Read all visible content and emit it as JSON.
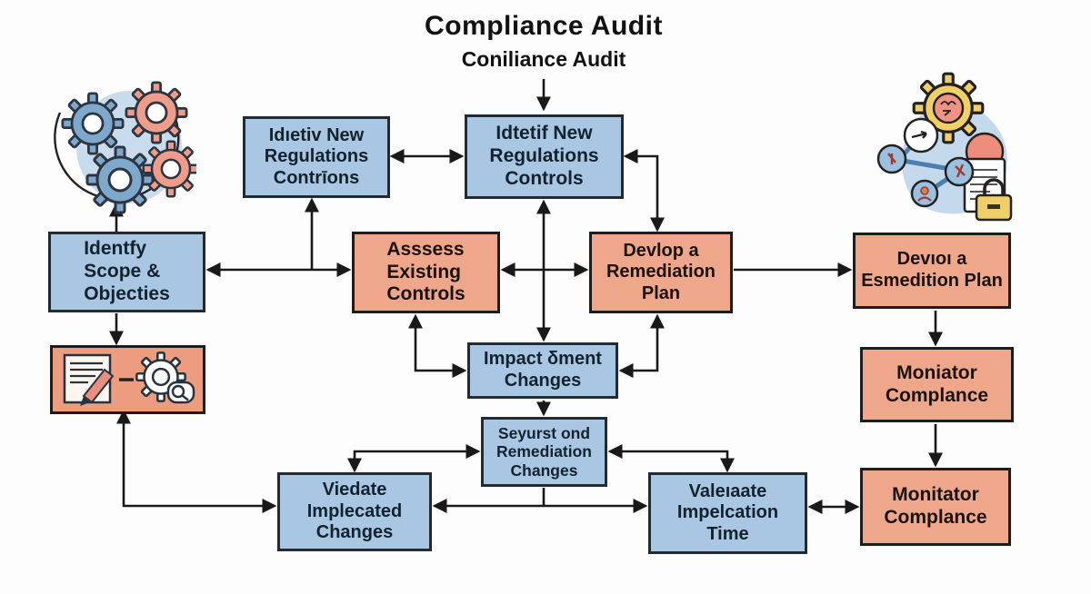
{
  "header": {
    "title": "Compliance Audit",
    "subtitle": "Coniliance Audit"
  },
  "nodes": {
    "identiv": {
      "label": "Idıetiv New\nRegulations\nContrīons",
      "color": "blue"
    },
    "idtetif": {
      "label": "Idtetif New\nRegulations\nControls",
      "color": "blue"
    },
    "identfy": {
      "label": "Identfy\nScope &\nObjecties",
      "color": "blue"
    },
    "assess": {
      "label": "Asssess\nExisting\nControls",
      "color": "salmon"
    },
    "devlop": {
      "label": "Devlop a\nRemediation\nPlan",
      "color": "salmon"
    },
    "devioi": {
      "label": "Devıoı a\nEsmedition Plan",
      "color": "salmon"
    },
    "impact": {
      "label": "Impact δment\nChanges",
      "color": "blue"
    },
    "review": {
      "label": "",
      "color": "salmon",
      "icons": [
        "document-pencil-icon",
        "gear-magnifier-icon"
      ]
    },
    "moniator": {
      "label": "Moniator\nComplance",
      "color": "salmon"
    },
    "seyurst": {
      "label": "Seyurst ond\nRemediation\nChanges",
      "color": "blue"
    },
    "viedate": {
      "label": "Viedate\nImplecated\nChanges",
      "color": "blue"
    },
    "valeiaate": {
      "label": "Valeıaate\nImpelcation\nTime",
      "color": "blue"
    },
    "monitator": {
      "label": "Monitator\nComplance",
      "color": "salmon"
    }
  },
  "edges": [
    {
      "from": "title",
      "to": "idtetif",
      "bidirectional": false
    },
    {
      "from": "identiv",
      "to": "idtetif",
      "bidirectional": true
    },
    {
      "from": "idtetif",
      "to": "devlop",
      "bidirectional": true
    },
    {
      "from": "idtetif",
      "to": "impact",
      "bidirectional": true
    },
    {
      "from": "identfy",
      "to": "assess",
      "bidirectional": true
    },
    {
      "from": "identfy-assess-line",
      "to": "identiv",
      "bidirectional": false
    },
    {
      "from": "assess",
      "to": "devlop",
      "bidirectional": true
    },
    {
      "from": "devlop",
      "to": "devioi",
      "bidirectional": false
    },
    {
      "from": "identfy",
      "to": "gears-illustration",
      "bidirectional": false
    },
    {
      "from": "identfy",
      "to": "review",
      "bidirectional": false
    },
    {
      "from": "assess",
      "to": "impact",
      "bidirectional": true
    },
    {
      "from": "devlop",
      "to": "impact",
      "bidirectional": true
    },
    {
      "from": "impact",
      "to": "seyurst",
      "bidirectional": false
    },
    {
      "from": "seyurst",
      "to": "viedate",
      "bidirectional": true
    },
    {
      "from": "seyurst",
      "to": "valeiaate",
      "bidirectional": true
    },
    {
      "from": "seyurst",
      "to": "viedate-valeiaate-line",
      "bidirectional": true
    },
    {
      "from": "review",
      "to": "viedate",
      "bidirectional": true
    },
    {
      "from": "devioi",
      "to": "moniator",
      "bidirectional": false
    },
    {
      "from": "moniator",
      "to": "monitator",
      "bidirectional": false
    },
    {
      "from": "valeiaate",
      "to": "monitator",
      "bidirectional": true
    }
  ],
  "colors": {
    "blue_fill": "#a9c7e2",
    "salmon_fill": "#efa78b",
    "border": "#1d1d1d",
    "arrow": "#191919",
    "gear_blue": "#7fa8cd",
    "gear_salmon": "#ef9d8b",
    "gear_yellow": "#f0cf6a",
    "blob_blue": "#b7d0e7"
  }
}
